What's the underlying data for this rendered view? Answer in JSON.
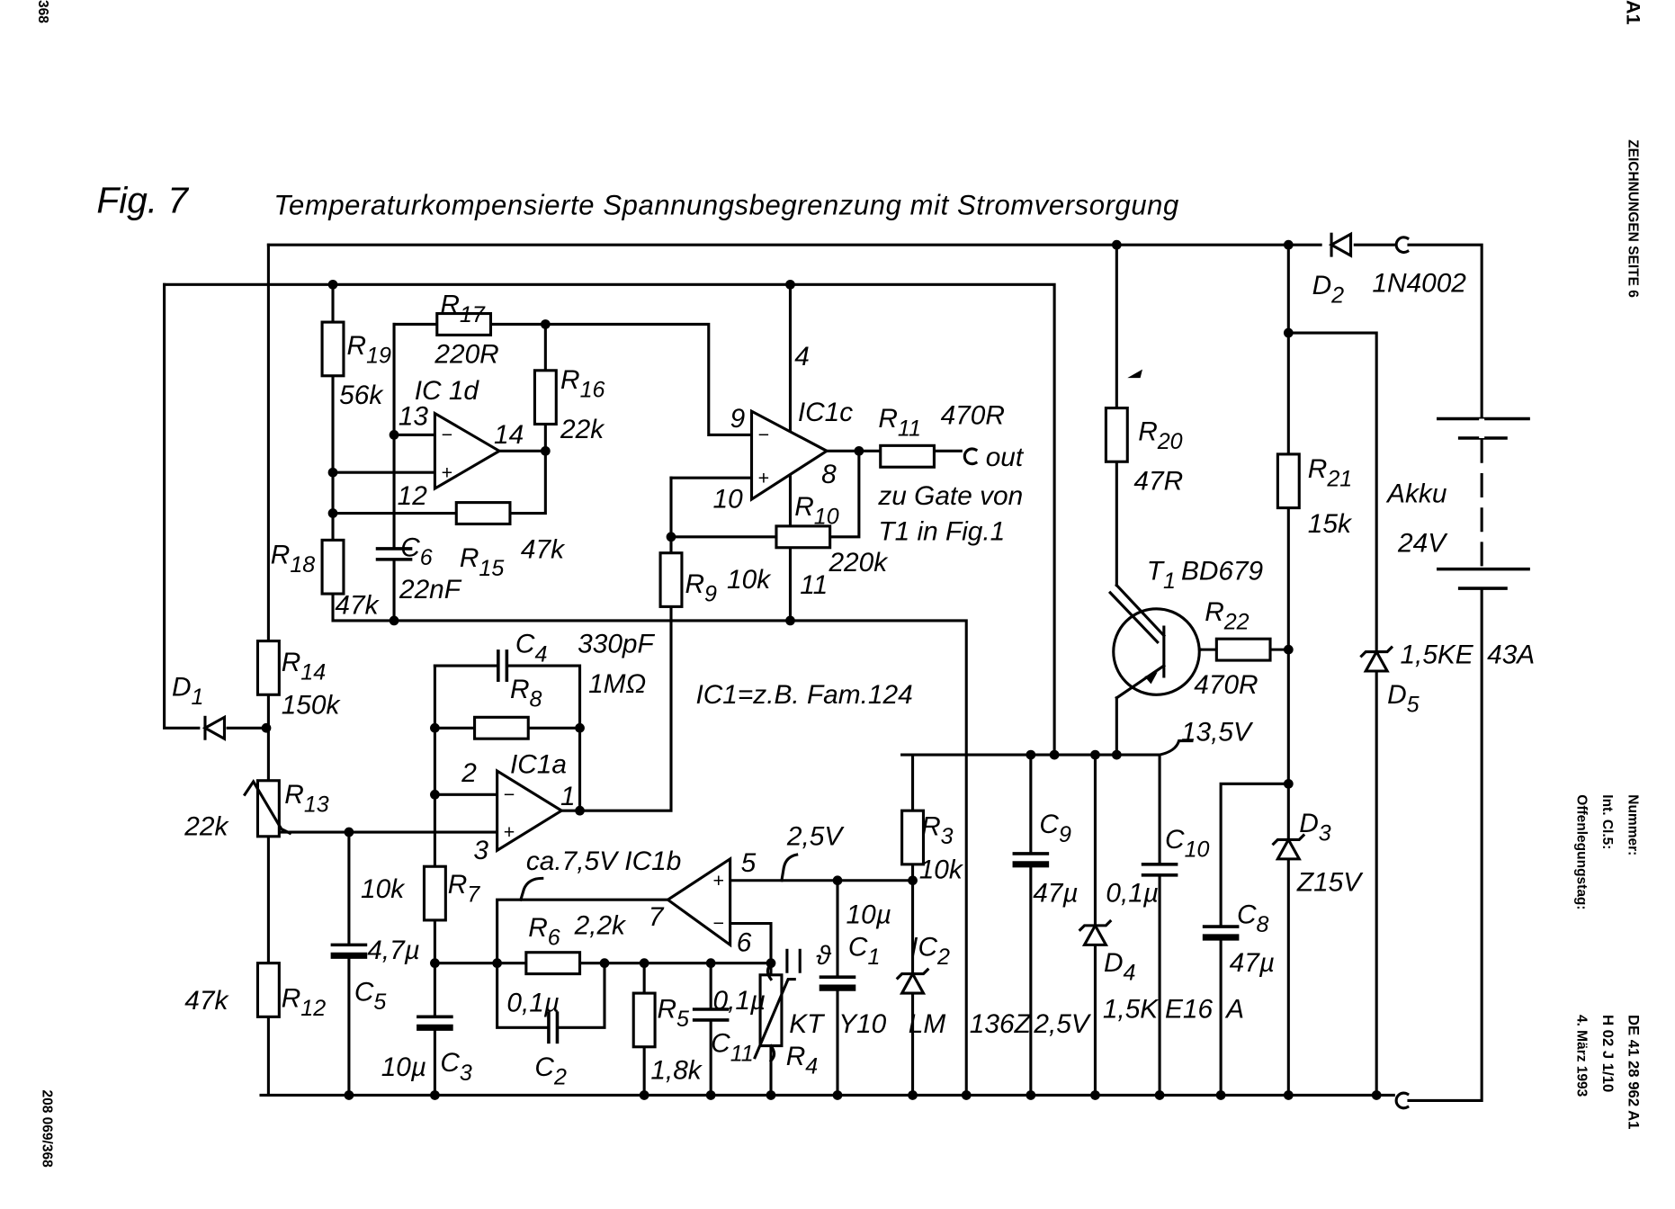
{
  "header": {
    "figure": "Fig. 7",
    "title": "Temperaturkompensierte Spannungsbegrenzung mit Stromversorgung"
  },
  "margin": {
    "top_left": "368",
    "bottom_left": "208 069/368",
    "top_right": "A1",
    "sheet": "ZEICHNUNGEN SEITE 6",
    "nummer_label": "Nummer:",
    "nummer_value": "DE 41 28 962 A1",
    "intcl_label": "Int. Cl.5:",
    "intcl_value": "H 02 J 1/10",
    "offenlegung_label": "Offenlegungstag:",
    "offenlegung_value": "4. März 1993"
  },
  "labels": {
    "r17": "R17",
    "r17_val": "220R",
    "r19": "R19",
    "r19_val": "56k",
    "ic1d": "IC 1d",
    "pin13": "13",
    "pin12": "12",
    "pin14": "14",
    "r16": "R16",
    "r16_val": "22k",
    "r15": "R15",
    "r15_val": "47k",
    "r18": "R18",
    "r18_val": "47k",
    "c6": "C6",
    "c6_val": "22nF",
    "pin9": "9",
    "pin4": "4",
    "ic1c": "IC1c",
    "pin10": "10",
    "pin8": "8",
    "pin11": "11",
    "r11": "R11",
    "r11_val": "470R",
    "out": "out",
    "gate_note_1": "zu Gate von",
    "gate_note_2": "T1 in Fig.1",
    "r10": "R10",
    "r10_val": "220k",
    "r9": "R9",
    "r9_val": "10k",
    "r14": "R14",
    "r14_val": "150k",
    "d1": "D1",
    "r13": "R13",
    "r13_val": "22k",
    "c4": "C4",
    "c4_val": "330pF",
    "r8": "R8",
    "r8_val": "1MΩ",
    "ic1a": "IC1a",
    "pin2": "2",
    "pin1": "1",
    "pin3": "3",
    "ic1_note": "IC1=z.B. Fam.124",
    "r7": "R7",
    "r7_val": "10k",
    "ic1b_note": "ca.7,5V IC1b",
    "pin5": "5",
    "pin7": "7",
    "pin6": "6",
    "v25_ref": "2,5V",
    "r6": "R6",
    "r6_val": "2,2k",
    "c5": "C5",
    "c5_val": "4,7µ",
    "r12": "R12",
    "r12_val": "47k",
    "c2": "C2",
    "c2_val": "0,1µ",
    "c3": "C3",
    "c3_val": "10µ",
    "r5": "R5",
    "r5_val": "1,8k",
    "c11": "C11",
    "c11_val": "0,1µ",
    "r4": "R4",
    "r4_type": "KT",
    "theta": "ϑ",
    "c1": "C1",
    "c1_val": "10µ",
    "c1_type": "Y10",
    "ic2": "IC2",
    "ic2_type1": "LM",
    "ic2_type2": "136Z",
    "ic2_type3": "2,5V",
    "r3": "R3",
    "r3_val": "10k",
    "v135": "13,5V",
    "c9": "C9",
    "c9_val": "47µ",
    "c10": "C10",
    "c10_val": "0,1µ",
    "d4": "D4",
    "d4_type1": "1,5K",
    "d4_type2": "E16",
    "d4_type3": "A",
    "c8": "C8",
    "c8_val": "47µ",
    "d3": "D3",
    "d3_val": "Z15V",
    "r20": "R20",
    "r20_val": "47R",
    "t1": "T1",
    "t1_type": "BD679",
    "r22": "R22",
    "r22_val": "470R",
    "r21": "R21",
    "r21_val": "15k",
    "d2": "D2",
    "d2_type": "1N4002",
    "akku": "Akku",
    "akku_val": "24V",
    "d5": "D5",
    "d5_type1": "1,5KE",
    "d5_type2": "43A"
  }
}
